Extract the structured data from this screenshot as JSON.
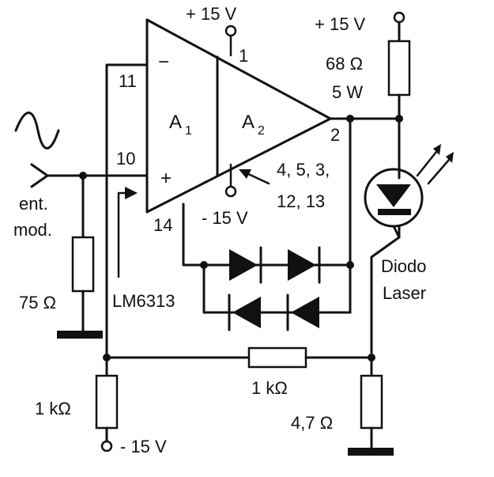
{
  "labels": {
    "vplus_top": "+ 15 V",
    "vplus_right": "+ 15 V",
    "vminus_opamp": "- 15 V",
    "vminus_bottom": "- 15 V",
    "pin1": "1",
    "pin2": "2",
    "pin10": "10",
    "pin11": "11",
    "pin14": "14",
    "pins_ground_1": "4, 5, 3,",
    "pins_ground_2": "12, 13",
    "a1": "A",
    "a1_sub": "1",
    "a2": "A",
    "a2_sub": "2",
    "minus_sign": "−",
    "plus_sign": "+",
    "r_series_1": "68 Ω",
    "r_series_2": "5 W",
    "input_1": "ent.",
    "input_2": "mod.",
    "r_input": "75 Ω",
    "chip": "LM6313",
    "r_feedback": "1 kΩ",
    "r_bias": "1 kΩ",
    "r_sense": "4,7 Ω",
    "laser_1": "Diodo",
    "laser_2": "Laser"
  },
  "icons": [
    "sine-source-icon",
    "laser-diode-icon",
    "ground-icon",
    "resistor-icon",
    "diode-icon",
    "arrow-icon"
  ]
}
